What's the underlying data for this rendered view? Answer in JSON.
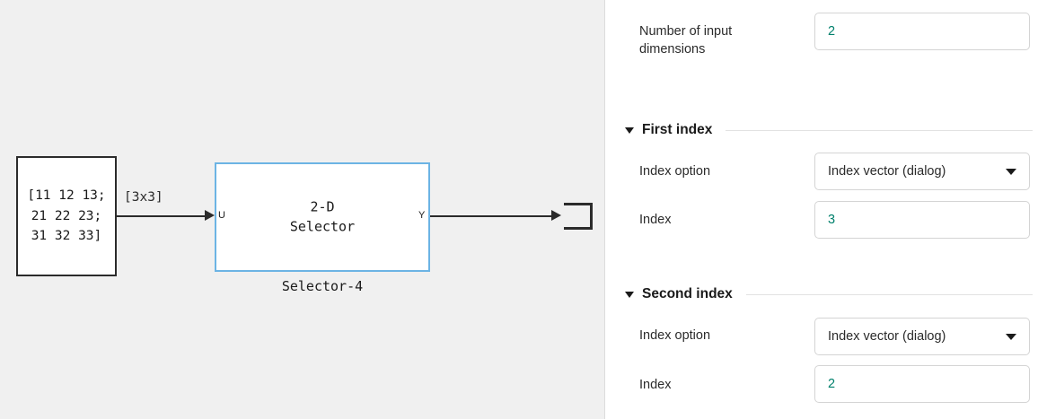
{
  "canvas": {
    "constant_block": {
      "name": "constant-matrix-block",
      "lines": [
        "[11 12 13;",
        "21 22 23;",
        "31 32 33]"
      ]
    },
    "signal_label": "[3x3]",
    "selector_block": {
      "title": "2-D\nSelector",
      "caption": "Selector-4",
      "input_port_label": "U",
      "output_port_label": "Y",
      "selected_border_color": "#6cb4e4"
    },
    "terminator_block": {
      "name": "terminator-block"
    },
    "background_color": "#f0f0f0"
  },
  "panel": {
    "value_color": "#00806c",
    "num_dims": {
      "label": "Number of input dimensions",
      "value": "2"
    },
    "sections": [
      {
        "title": "First index",
        "index_option_label": "Index option",
        "index_option_value": "Index vector (dialog)",
        "index_label": "Index",
        "index_value": "3"
      },
      {
        "title": "Second index",
        "index_option_label": "Index option",
        "index_option_value": "Index vector (dialog)",
        "index_label": "Index",
        "index_value": "2"
      }
    ]
  }
}
